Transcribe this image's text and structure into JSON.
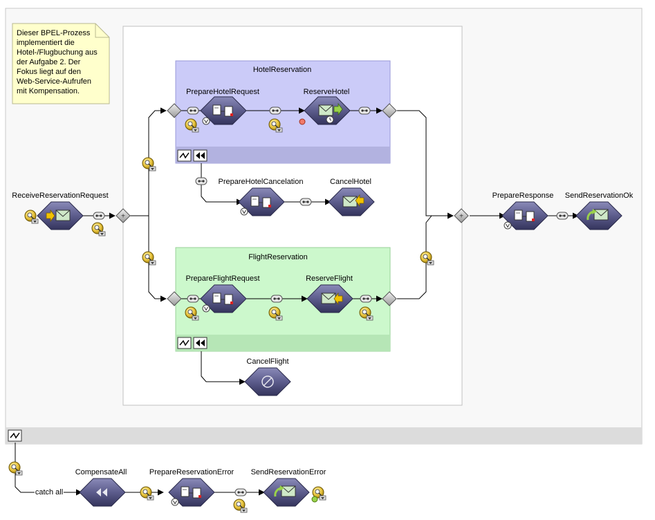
{
  "note": "Dieser BPEL-Prozess implementiert die Hotel-/Flugbuchung aus der Aufgabe 2. Der Fokus liegt auf den Web-Service-Aufrufen mit Kompensation.",
  "scopes": {
    "hotel": "HotelReservation",
    "flight": "FlightReservation"
  },
  "activities": {
    "receive": "ReceiveReservationRequest",
    "prepare_hotel_request": "PrepareHotelRequest",
    "reserve_hotel": "ReserveHotel",
    "prepare_hotel_cancelation": "PrepareHotelCancelation",
    "cancel_hotel": "CancelHotel",
    "prepare_flight_request": "PrepareFlightRequest",
    "reserve_flight": "ReserveFlight",
    "cancel_flight": "CancelFlight",
    "prepare_response": "PrepareResponse",
    "send_ok": "SendReservationOk",
    "compensate_all": "CompensateAll",
    "prepare_error": "PrepareReservationError",
    "send_error": "SendReservationError"
  },
  "catch_label": "catch all",
  "colors": {
    "hotel_scope": "#cbcbf8",
    "flight_scope": "#ccf8cc",
    "note_bg": "#ffffcc",
    "activity_fill": "#5c5c8c"
  },
  "icons": [
    "variable-icon",
    "assign-icon",
    "invoke-icon",
    "receive-icon",
    "reply-icon",
    "compensate-icon",
    "empty-icon",
    "fault-handler-icon",
    "compensation-handler-icon",
    "link-icon",
    "flow-icon",
    "validate-icon"
  ]
}
